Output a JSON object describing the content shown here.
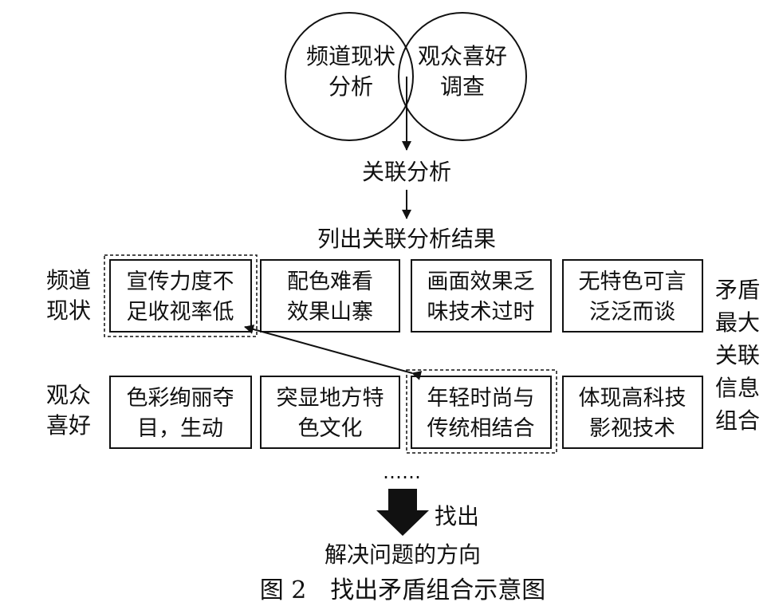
{
  "circles": {
    "left": [
      "频道现状",
      "分析"
    ],
    "right": [
      "观众喜好",
      "调查"
    ]
  },
  "flow": {
    "step1": "关联分析",
    "step2": "列出关联分析结果",
    "find_label": "找出",
    "result": "解决问题的方向",
    "ellipsis": "……"
  },
  "rows": {
    "channel_label": [
      "频道",
      "现状"
    ],
    "channel_boxes": [
      [
        "宣传力度不",
        "足收视率低"
      ],
      [
        "配色难看",
        "效果山寨"
      ],
      [
        "画面效果乏",
        "味技术过时"
      ],
      [
        "无特色可言",
        "泛泛而谈"
      ]
    ],
    "audience_label": [
      "观众",
      "喜好"
    ],
    "audience_boxes": [
      [
        "色彩绚丽夺",
        "目，生动"
      ],
      [
        "突显地方特",
        "色文化"
      ],
      [
        "年轻时尚与",
        "传统相结合"
      ],
      [
        "体现高科技",
        "影视技术"
      ]
    ],
    "side_note": [
      "矛盾",
      "最大",
      "关联",
      "信息",
      "组合"
    ]
  },
  "caption": "图 2　找出矛盾组合示意图"
}
